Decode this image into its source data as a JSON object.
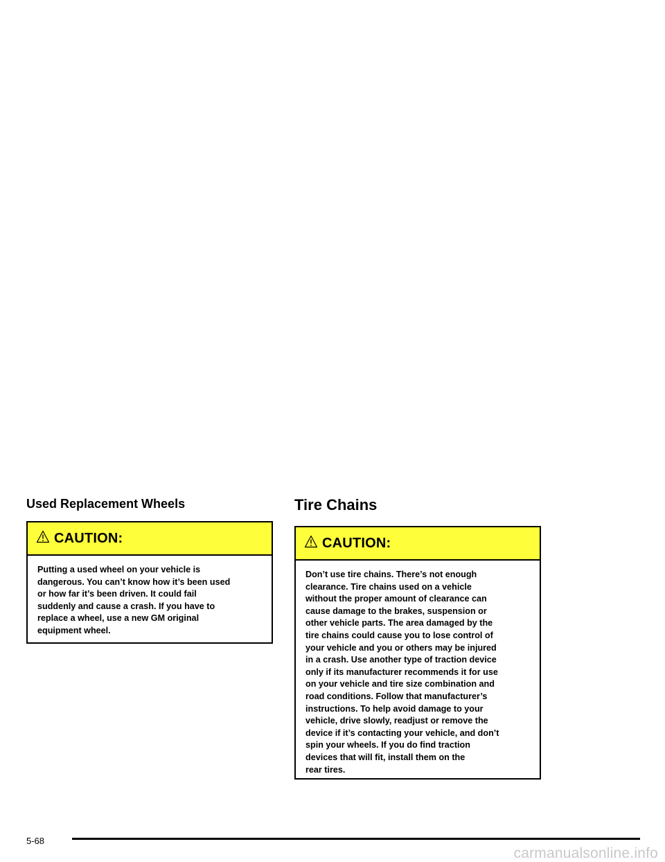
{
  "colors": {
    "caution_background": "#fffe3a",
    "text": "#000000",
    "watermark": "#c8c8c8"
  },
  "left_column": {
    "heading": "Used Replacement Wheels",
    "caution": {
      "icon": "warning-triangle-icon",
      "label": "CAUTION:",
      "text": "Putting a used wheel on your vehicle is\ndangerous. You can’t know how it’s been used\nor how far it’s been driven. It could fail\nsuddenly and cause a crash. If you have to\nreplace a wheel, use a new GM original\nequipment wheel."
    }
  },
  "right_column": {
    "heading": "Tire Chains",
    "caution": {
      "icon": "warning-triangle-icon",
      "label": "CAUTION:",
      "text": "Don’t use tire chains. There’s not enough\nclearance. Tire chains used on a vehicle\nwithout the proper amount of clearance can\ncause damage to the brakes, suspension or\nother vehicle parts. The area damaged by the\ntire chains could cause you to lose control of\nyour vehicle and you or others may be injured\nin a crash. Use another type of traction device\nonly if its manufacturer recommends it for use\non your vehicle and tire size combination and\nroad conditions. Follow that manufacturer’s\ninstructions. To help avoid damage to your\nvehicle, drive slowly, readjust or remove the\ndevice if it’s contacting your vehicle, and don’t\nspin your wheels. If you do find traction\ndevices that will fit, install them on the\nrear tires."
    }
  },
  "footer": {
    "page_number": "5-68",
    "watermark": "carmanualsonline.info"
  }
}
